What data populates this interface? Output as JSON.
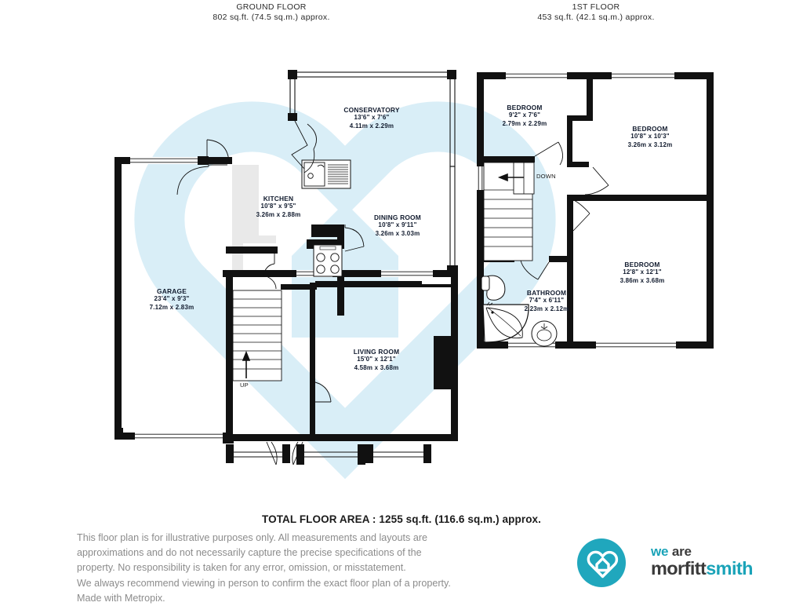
{
  "document": {
    "type": "floor-plan",
    "total_area_label": "TOTAL FLOOR AREA : 1255 sq.ft. (116.6 sq.m.) approx."
  },
  "floors": [
    {
      "id": "ground",
      "title": "GROUND FLOOR",
      "area": "802 sq.ft. (74.5 sq.m.) approx."
    },
    {
      "id": "first",
      "title": "1ST FLOOR",
      "area": "453 sq.ft. (42.1 sq.m.) approx."
    }
  ],
  "rooms": {
    "ground": [
      {
        "name": "CONSERVATORY",
        "imperial": "13'6\"  x 7'6\"",
        "metric": "4.11m  x 2.29m"
      },
      {
        "name": "KITCHEN",
        "imperial": "10'8\"  x 9'5\"",
        "metric": "3.26m  x 2.88m"
      },
      {
        "name": "DINING ROOM",
        "imperial": "10'8\"  x 9'11\"",
        "metric": "3.26m  x 3.03m"
      },
      {
        "name": "GARAGE",
        "imperial": "23'4\"  x 9'3\"",
        "metric": "7.12m  x 2.83m"
      },
      {
        "name": "LIVING ROOM",
        "imperial": "15'0\"  x 12'1\"",
        "metric": "4.58m  x 3.68m"
      }
    ],
    "first": [
      {
        "name": "BEDROOM",
        "imperial": "9'2\"  x 7'6\"",
        "metric": "2.79m  x 2.29m"
      },
      {
        "name": "BEDROOM",
        "imperial": "10'8\"  x 10'3\"",
        "metric": "3.26m  x 3.12m"
      },
      {
        "name": "BEDROOM",
        "imperial": "12'8\"  x 12'1\"",
        "metric": "3.86m  x 3.68m"
      },
      {
        "name": "BATHROOM",
        "imperial": "7'4\"  x 6'11\"",
        "metric": "2.23m  x 2.12m"
      }
    ]
  },
  "stairs": {
    "ground_direction": "UP",
    "first_direction": "DOWN"
  },
  "disclaimer": {
    "line1": "This floor plan is for illustrative purposes only. All measurements and layouts are",
    "line2": "approximations and do not necessarily capture the precise specifications of the",
    "line3": "property. No responsibility is taken for any error, omission, or misstatement.",
    "line4": "We always recommend viewing in person to confirm the exact floor plan of a property.",
    "line5": "Made with Metropix."
  },
  "logo": {
    "line1_a": "we ",
    "line1_b": "are",
    "line2_a": "morfitt",
    "line2_b": "smith",
    "brand_color": "#1aa3b8"
  },
  "colors": {
    "wall": "#111111",
    "watermark": "#d6ecf5",
    "label": "#111b2e",
    "footer_text": "#8c8c8c"
  }
}
